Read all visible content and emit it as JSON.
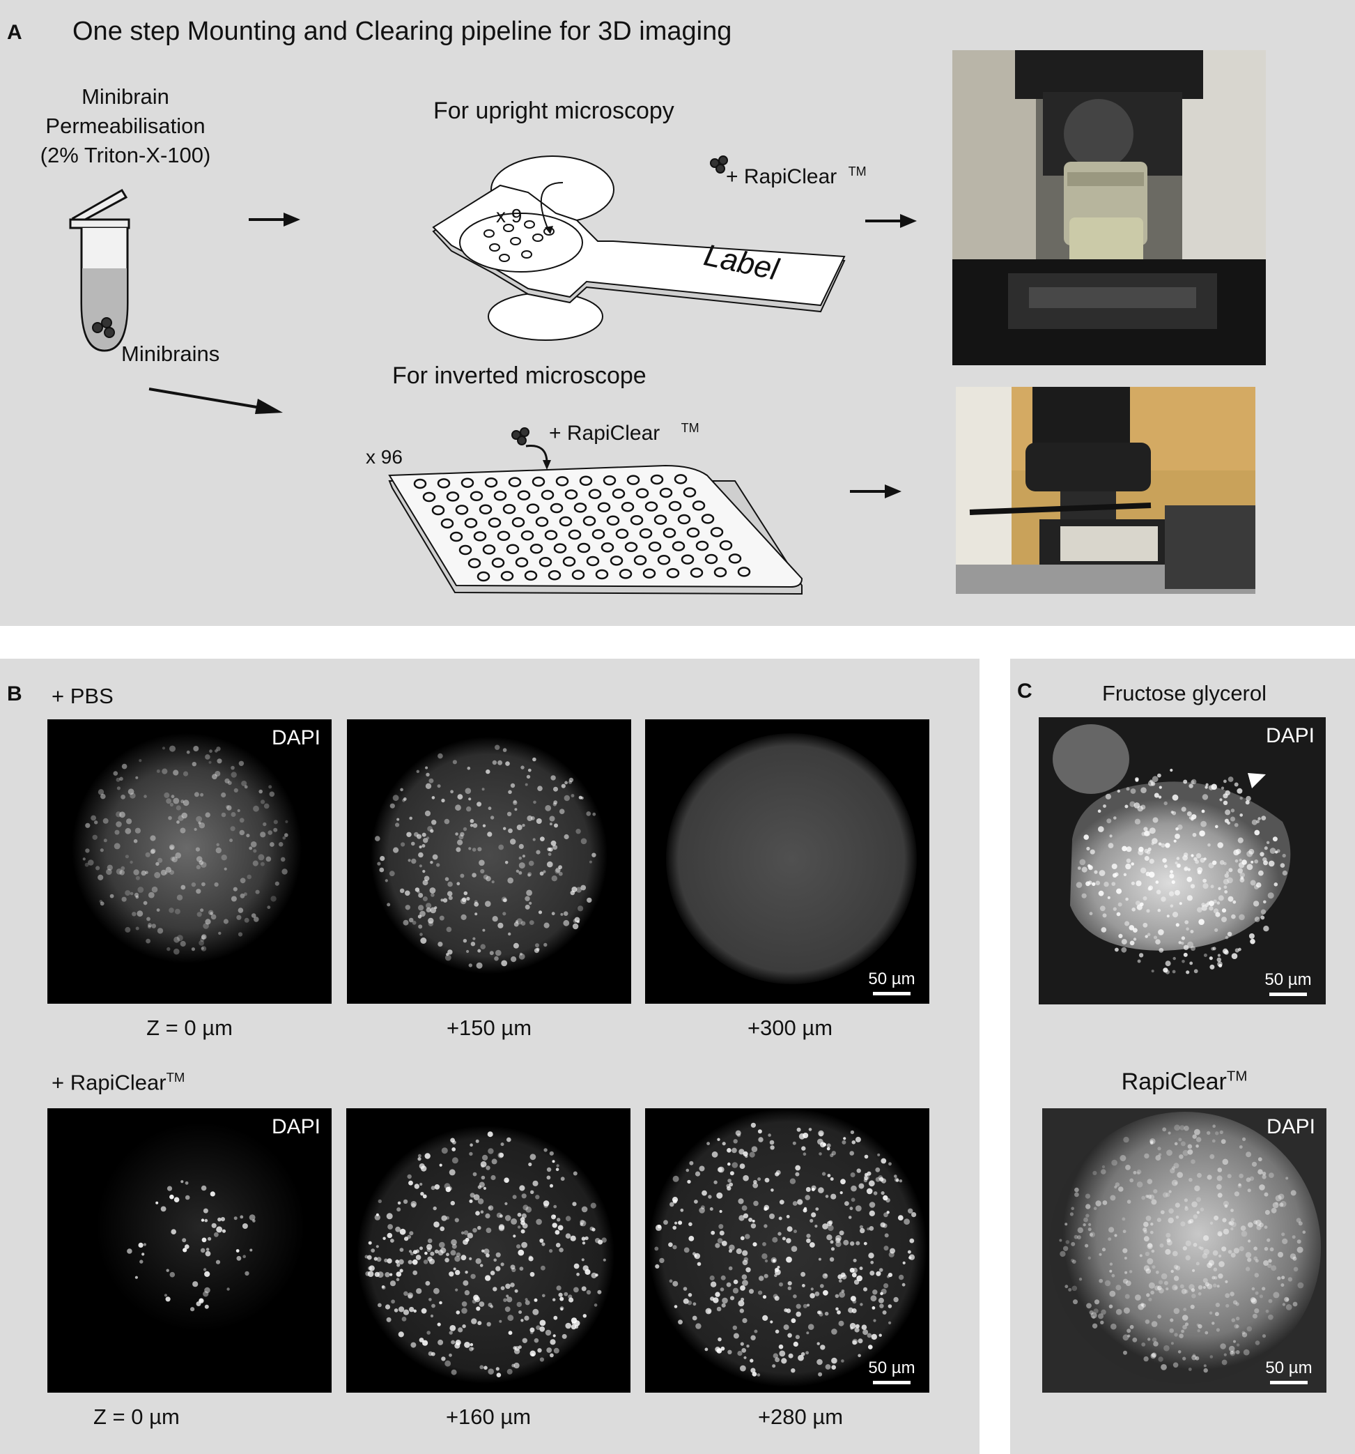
{
  "panel_a": {
    "label": "A",
    "title": "One step Mounting and Clearing pipeline for 3D imaging",
    "tube_caption": [
      "Minibrain",
      "Permeabilisation",
      "(2% Triton-X-100)"
    ],
    "minibrains_label": "Minibrains",
    "upright_title": "For upright microscopy",
    "upright_rapiclear": "+ RapiClear",
    "upright_tm": "TM",
    "upright_count": "x 9",
    "slide_label": "Label",
    "inverted_title": "For inverted microscope",
    "inverted_rapiclear": "+ RapiClear",
    "inverted_tm": "TM",
    "inverted_count": "x 96"
  },
  "panel_b": {
    "label": "B",
    "pbs_header": "+ PBS",
    "rapi_header": "+ RapiClear",
    "rapi_tm": "TM",
    "channel": "DAPI",
    "scale": "50 µm",
    "pbs_depths": [
      "Z = 0 µm",
      "+150 µm",
      "+300 µm"
    ],
    "rapi_depths": [
      "Z = 0 µm",
      "+160 µm",
      "+280 µm"
    ]
  },
  "panel_c": {
    "label": "C",
    "fructose_header": "Fructose glycerol",
    "rapi_header": "RapiClear",
    "rapi_tm": "TM",
    "channel": "DAPI",
    "scale": "50 µm"
  }
}
